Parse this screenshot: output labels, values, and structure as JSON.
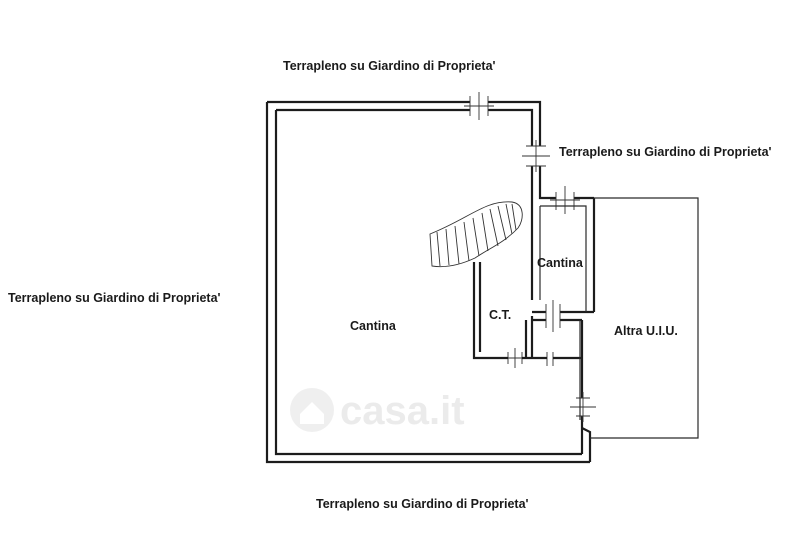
{
  "plan": {
    "labels": {
      "top": "Terrapleno su Giardino di Proprieta'",
      "right": "Terrapleno su Giardino di Proprieta'",
      "left": "Terrapleno su Giardino di Proprieta'",
      "bottom": "Terrapleno su Giardino di Proprieta'"
    },
    "rooms": {
      "cantina_main": "Cantina",
      "ct": "C.T.",
      "cantina_small": "Cantina",
      "altra_uiu": "Altra U.I.U."
    },
    "watermark": "casa.it"
  }
}
